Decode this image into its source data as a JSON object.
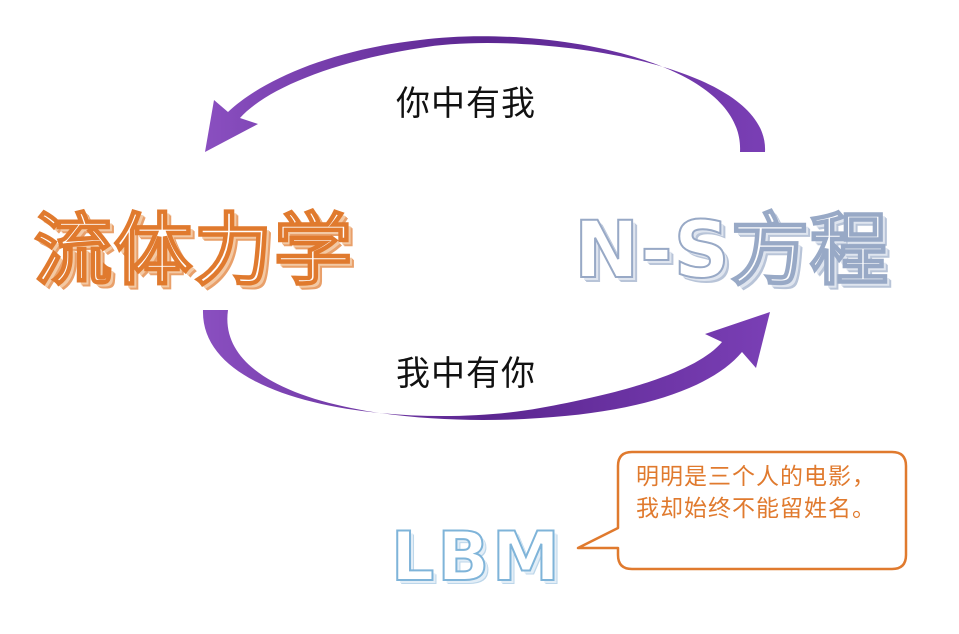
{
  "diagram": {
    "left_term": "流体力学",
    "right_term": "N-S方程",
    "top_caption": "你中有我",
    "bottom_caption": "我中有你",
    "third_term": "LBM",
    "bubble_text": "明明是三个人的电影，我却始终不能留姓名。"
  },
  "colors": {
    "arrow": "#6a2fa0",
    "left_term_outline": "#e07a2e",
    "right_term_outline": "#98a9c6",
    "lbm_outline": "#7fb4d9",
    "bubble_border": "#e07a2e",
    "bubble_text": "#e07a2e"
  }
}
